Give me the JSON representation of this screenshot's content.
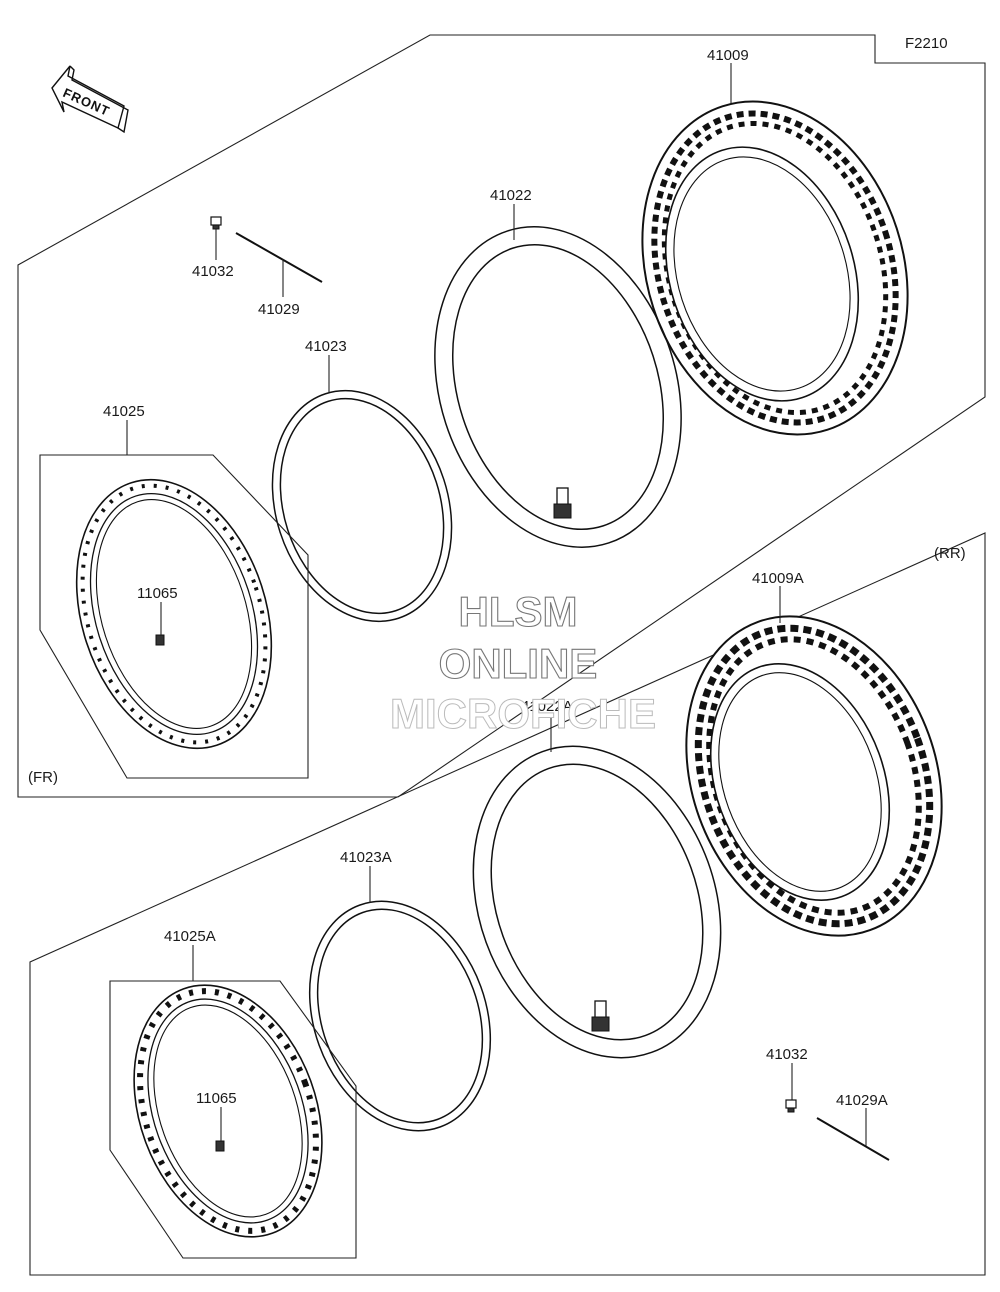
{
  "figure_code": "F2210",
  "front_arrow_label": "FRONT",
  "sections": {
    "front": {
      "tag": "(FR)"
    },
    "rear": {
      "tag": "(RR)"
    }
  },
  "parts": {
    "front_tire": "41009",
    "front_tube": "41022",
    "front_rim_band": "41023",
    "front_rim": "41025",
    "front_valve_nut": "41032",
    "front_spoke_pin": "41029",
    "front_nipple": "11065",
    "rear_tire": "41009A",
    "rear_tube": "41022A",
    "rear_rim_band": "41023A",
    "rear_rim": "41025A",
    "rear_valve_nut": "41032",
    "rear_spoke_pin": "41029A",
    "rear_nipple": "11065"
  },
  "watermark": {
    "line1": "HLSM",
    "line2": "ONLINE",
    "line3": "MICROFICHE"
  }
}
